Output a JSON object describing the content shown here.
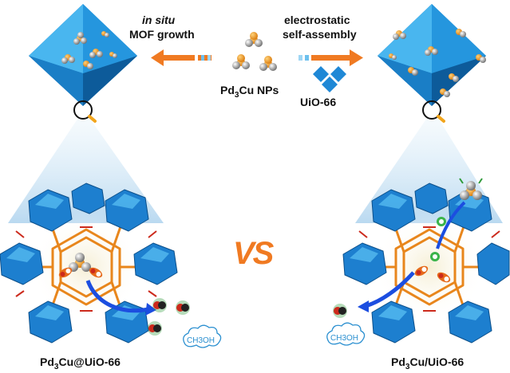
{
  "labels": {
    "in_situ": "in situ",
    "mof_growth": "MOF growth",
    "electrostatic": "electrostatic",
    "self_assembly": "self-assembly",
    "nps": {
      "pre": "Pd",
      "sub": "3",
      "post": "Cu NPs"
    },
    "uio66": "UiO-66",
    "left_product": {
      "pre": "Pd",
      "sub": "3",
      "post": "Cu@UiO-66"
    },
    "right_product": {
      "pre": "Pd",
      "sub": "3",
      "post": "Cu/UiO-66"
    },
    "versus": "VS",
    "methanol_left": "CH3OH",
    "methanol_right": "CH3OH"
  },
  "colors": {
    "mof_blue": "#2e9fe0",
    "mof_dark": "#1a6fb5",
    "arrow_orange": "#f07a22",
    "linker_orange": "#e8861c",
    "cu_red": "#cc2a1c",
    "curved_arrow": "#1c4ee0"
  }
}
